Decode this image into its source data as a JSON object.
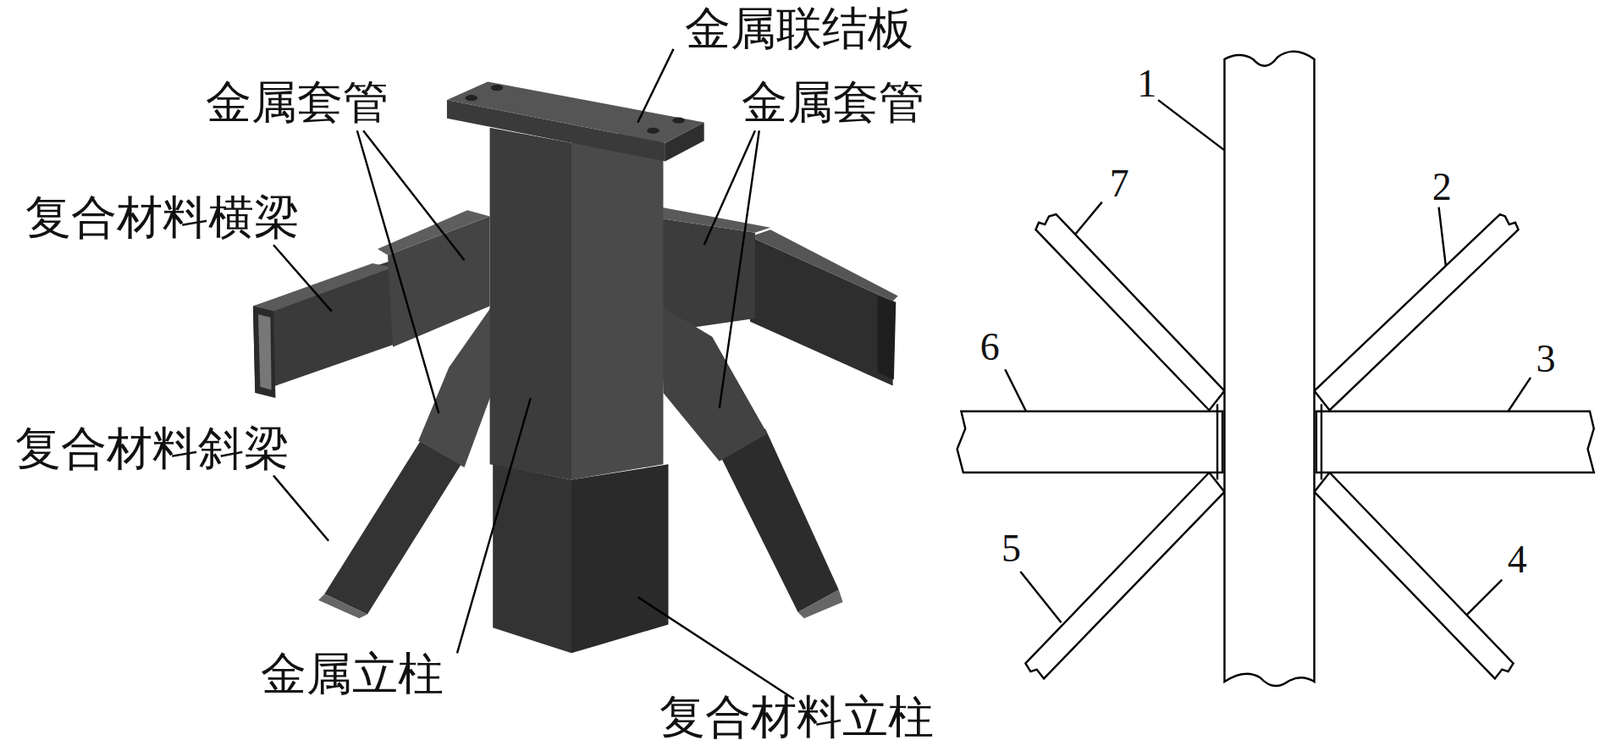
{
  "diagram": {
    "labels": [
      "金属联结板",
      "金属套管",
      "金属套管",
      "复合材料横梁",
      "复合材料斜梁",
      "金属立柱",
      "复合材料立柱",
      "1",
      "7",
      "2",
      "6",
      "3",
      "5",
      "4"
    ]
  }
}
